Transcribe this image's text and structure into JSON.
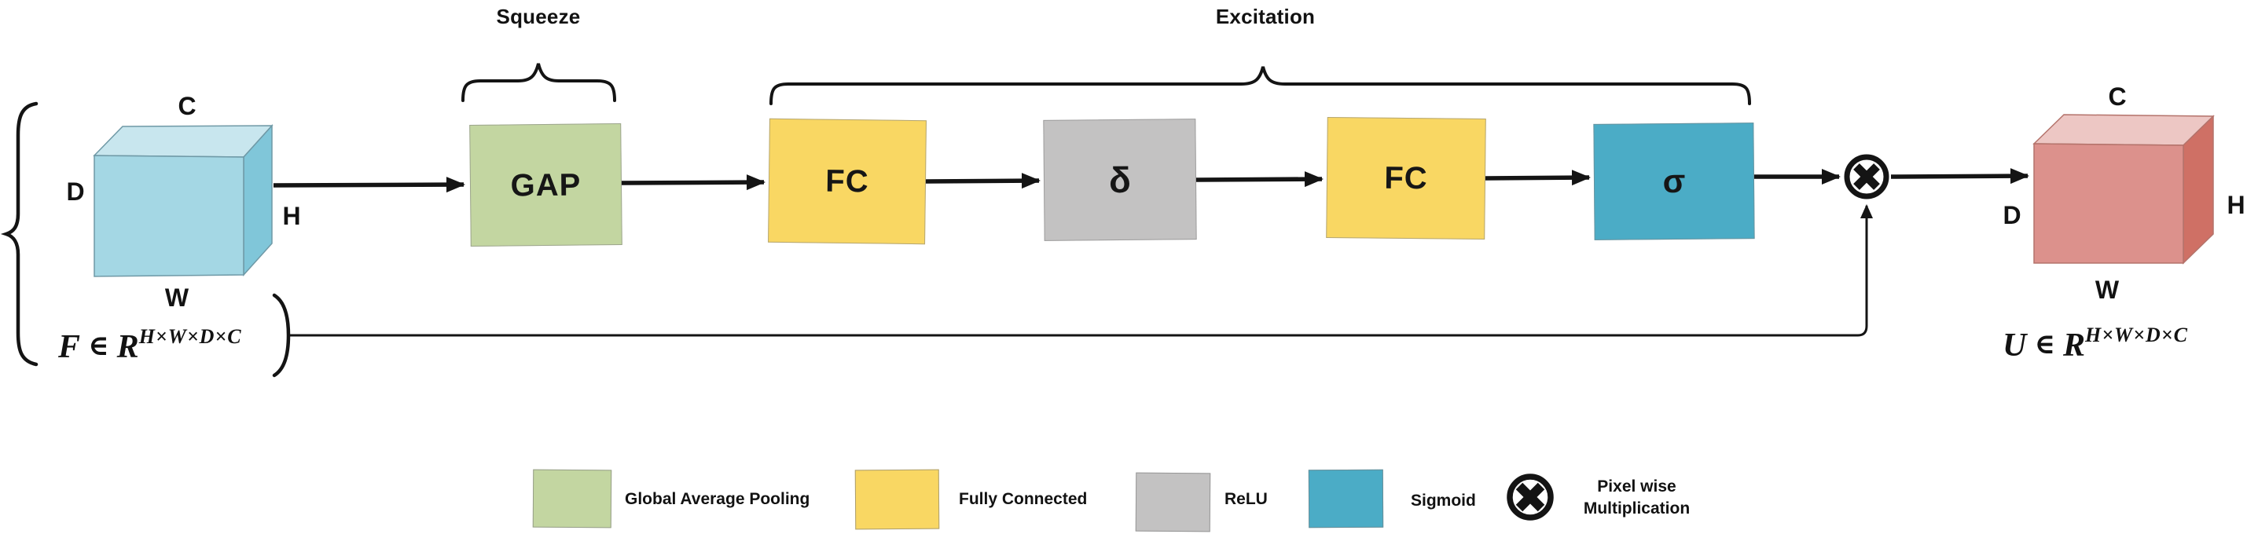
{
  "sections": {
    "squeeze": "Squeeze",
    "excitation": "Excitation"
  },
  "input_tensor": {
    "dim_top": "C",
    "dim_left": "D",
    "dim_right": "H",
    "dim_bottom": "W",
    "formula_symbol": "F",
    "formula_element_of": "∈",
    "formula_set": "R",
    "formula_superscript": "H×W×D×C"
  },
  "output_tensor": {
    "dim_top": "C",
    "dim_left": "D",
    "dim_right": "H",
    "dim_bottom": "W",
    "formula_symbol": "U",
    "formula_element_of": "∈",
    "formula_set": "R",
    "formula_superscript": "H×W×D×C"
  },
  "blocks": {
    "gap": "GAP",
    "fc1": "FC",
    "relu": "δ",
    "fc2": "FC",
    "sigmoid": "σ"
  },
  "legend": {
    "gap_label": "Global Average Pooling",
    "fc_label": "Fully Connected",
    "relu_label": "ReLU",
    "sigmoid_label": "Sigmoid",
    "multiply_label_line1": "Pixel wise",
    "multiply_label_line2": "Multiplication"
  },
  "colors": {
    "gap": "#C3D6A1",
    "fc": "#F9D763",
    "relu": "#C3C2C2",
    "sigmoid": "#4BACC6",
    "cube_in_front": "#A4D7E4",
    "cube_in_top": "#C8E6EE",
    "cube_in_side": "#80C6D9",
    "cube_out_front": "#DC918C",
    "cube_out_top": "#EDC7C4",
    "cube_out_side": "#CF7065",
    "line": "#141414"
  }
}
